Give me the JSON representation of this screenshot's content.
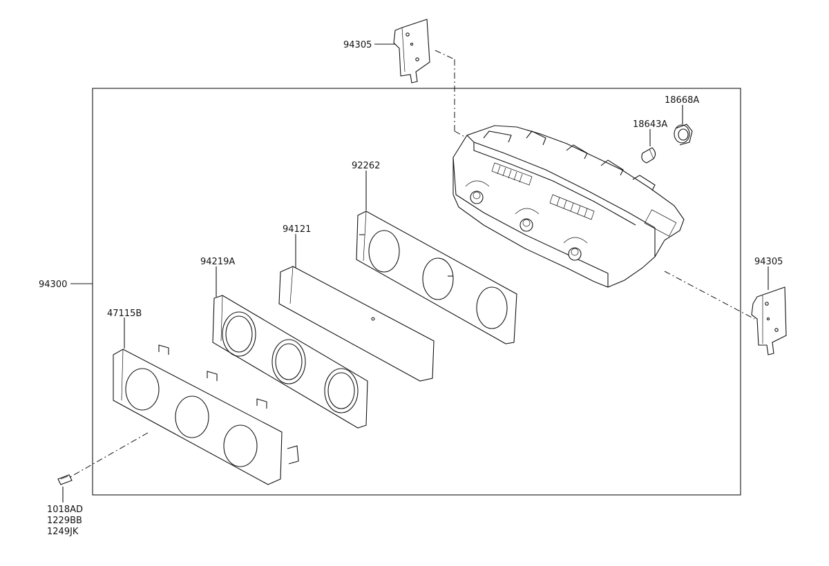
{
  "diagram": {
    "parts": {
      "assembly": "94300",
      "bracket_top": "94305",
      "bracket_right": "94305",
      "socket": "18668A",
      "bulb": "18643A",
      "panel_92262": "92262",
      "plate_94121": "94121",
      "ring_panel": "94219A",
      "bezel": "47115B",
      "screw_codes": [
        "1018AD",
        "1229BB",
        "1249JK"
      ]
    }
  }
}
